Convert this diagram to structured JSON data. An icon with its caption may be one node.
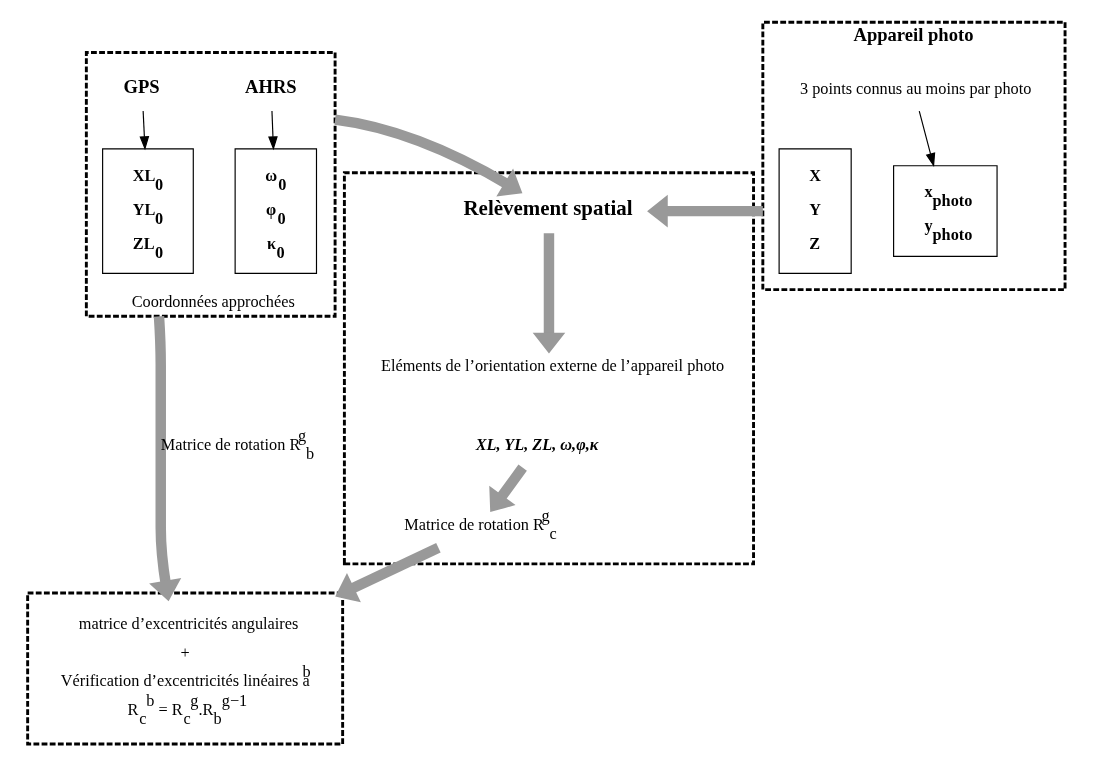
{
  "diagram": {
    "nodes": [
      {
        "text": [
          "Coordonnées approchées"
        ]
      },
      {
        "text": [
          "AHRS"
        ],
        "in": 0
      },
      {
        "text": [
          "GPS"
        ],
        "in": 0
      },
      {
        "text": [
          "ω$_{0}$",
          "φ$_{0}$",
          "κ$_{0}$"
        ],
        "in": 0
      },
      {
        "text": [
          "XL$_{0}$",
          "YL$_{0}$",
          "ZL$_{0}$"
        ],
        "in": 0
      },
      {
        "text": [
          "Appareil photo"
        ]
      },
      {
        "text": [
          "3 points connus au moins par photo"
        ],
        "in": 5
      },
      {
        "text": [
          "x$_{photo}$",
          "y$_{photo}$"
        ],
        "in": 5
      },
      {
        "text": [
          "X",
          "Y",
          "Z"
        ],
        "in": 5
      },
      {
        "text": [],
        "shape": "box"
      },
      {
        "text": [
          "Relèvement spatial"
        ],
        "in": 9
      },
      {
        "text": [
          "Eléments de l’orientation externe de l’appareil photo"
        ],
        "in": 9
      },
      {
        "text": [
          "XL, YL, ZL, ω,φ,κ"
        ],
        "in": 9
      },
      {
        "text": [
          "Matrice de rotation R$^{g}$$_{c}$"
        ],
        "in": 9
      },
      {
        "text": [
          "matrice d’excentricités angulaires",
          "+",
          "Vérification d’excentricités linéaires a$^{b}$",
          "R$_{c}$$^{b}$ = R$_{c}$$^{g}$.R$_{b}$$^{g−1}$"
        ]
      }
    ],
    "edges": [
      {
        "from": 1,
        "to": 3,
        "arrow": "to",
        "color": "#000000"
      },
      {
        "from": 2,
        "to": 4,
        "arrow": "to",
        "color": "#000000"
      },
      {
        "from": 6,
        "to": 7,
        "arrow": "to",
        "color": "#000000"
      },
      {
        "from": 0,
        "to": 10,
        "arrow": "to"
      },
      {
        "from": 5,
        "to": 10,
        "arrow": "to"
      },
      {
        "from": 10,
        "to": 11,
        "arrow": "to"
      },
      {
        "from": 12,
        "to": 13,
        "arrow": "to"
      },
      {
        "from": 13,
        "to": 14,
        "arrow": "to"
      },
      {
        "from": 0,
        "to": 14,
        "arrow": "to",
        "label": "Matrice de rotation R$^{g}$$_{b}$"
      }
    ]
  }
}
